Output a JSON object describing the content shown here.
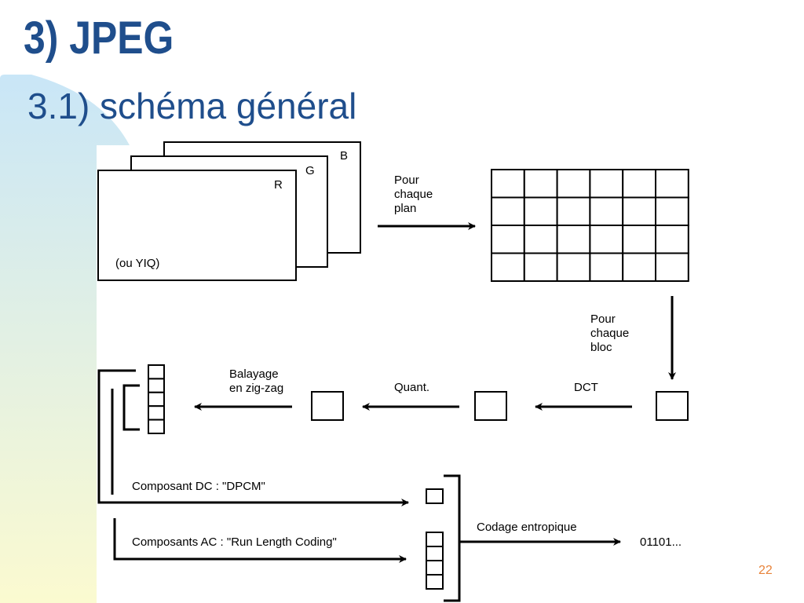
{
  "slide": {
    "title": "3) JPEG",
    "subtitle": "3.1) schéma général",
    "page_number": "22"
  },
  "diagram": {
    "planes": {
      "b_label": "B",
      "g_label": "G",
      "r_label": "R",
      "note": "(ou YIQ)"
    },
    "per_plane_label": [
      "Pour",
      "chaque",
      "plan"
    ],
    "per_block_label": [
      "Pour",
      "chaque",
      "bloc"
    ],
    "dct_label": "DCT",
    "quant_label": "Quant.",
    "zigzag_label": [
      "Balayage",
      "en zig-zag"
    ],
    "dc_label": "Composant DC : \"DPCM\"",
    "ac_label": "Composants AC : \"Run Length Coding\"",
    "entropy_label": "Codage entropique",
    "output_label": "01101..."
  }
}
